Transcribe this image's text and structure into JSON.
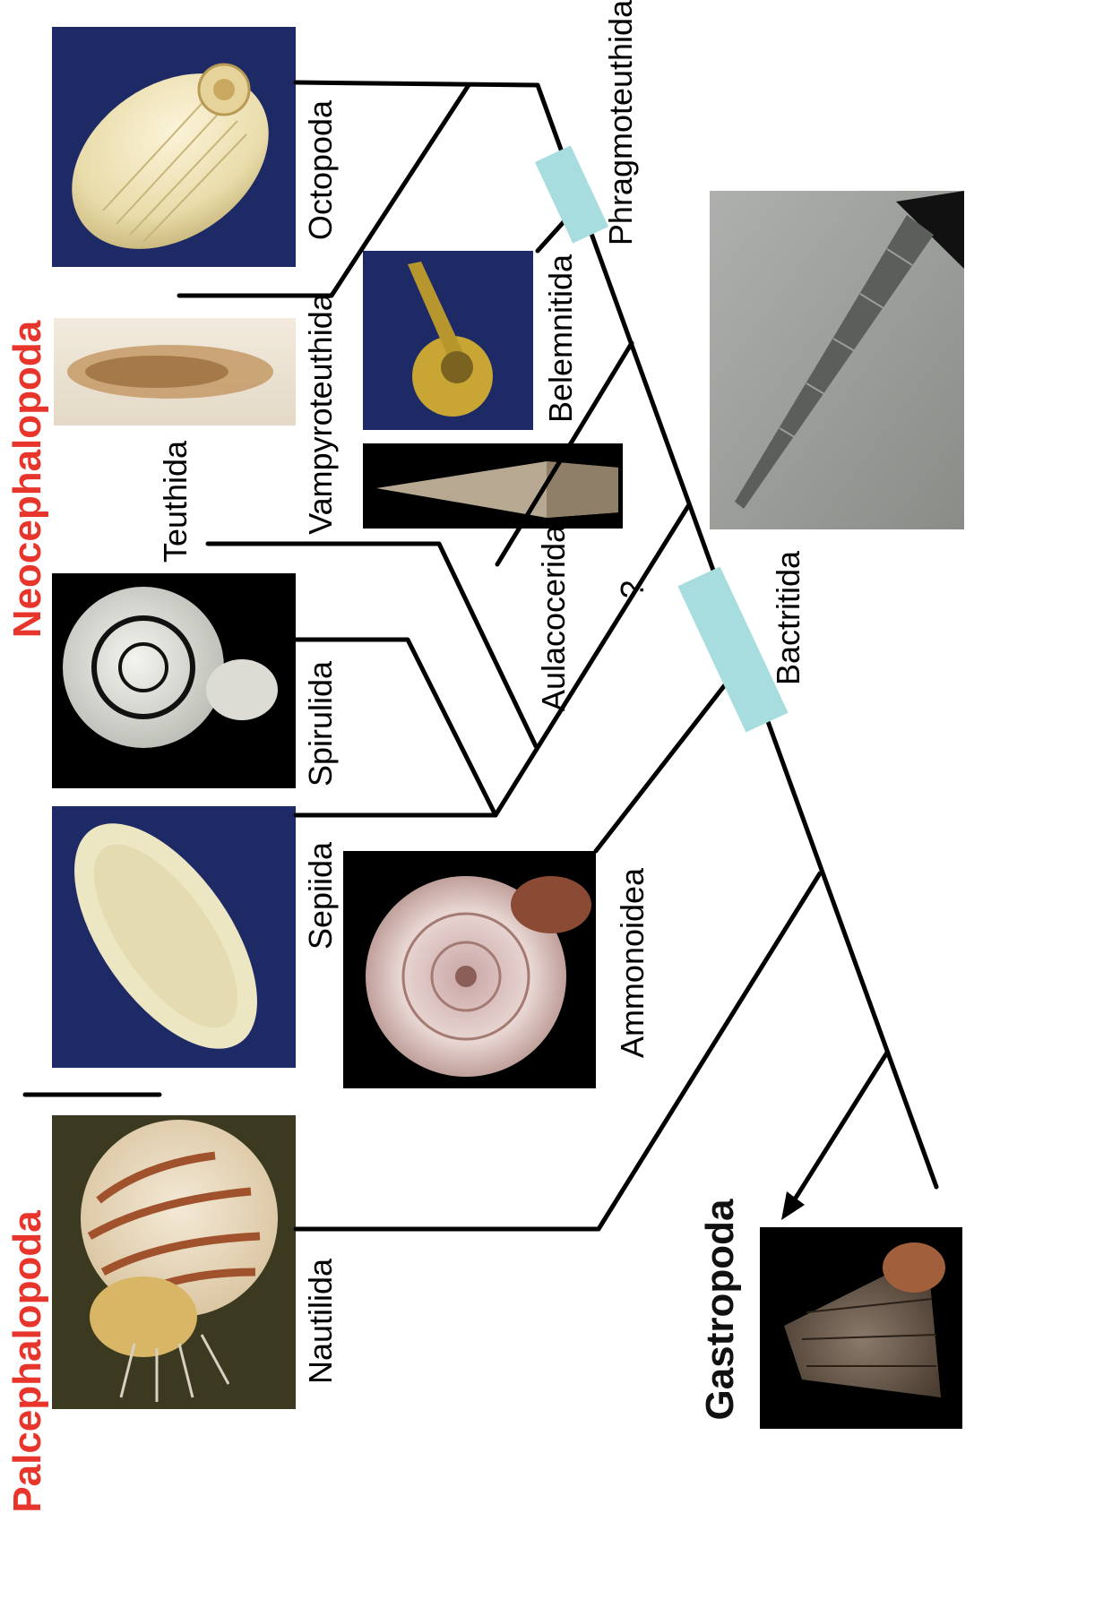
{
  "groups": {
    "neocephalopoda": "Neocephalopoda",
    "palcephalopoda": "Palcephalopoda",
    "gastropoda": "Gastropoda"
  },
  "taxa": {
    "octopoda": "Octopoda",
    "phragmoteuthida": "Phragmoteuthida",
    "vampyroteuthida": "Vampyroteuthida",
    "belemnitida": "Belemnitida",
    "teuthida": "Teuthida",
    "aulacocerida": "Aulacocerida",
    "question_mark": "?",
    "bactritida": "Bactritida",
    "spirulida": "Spirulida",
    "sepiida": "Sepiida",
    "ammonoidea": "Ammonoidea",
    "nautilida": "Nautilida"
  },
  "colors": {
    "group_label": "#e8352b",
    "gastropoda_label": "#111111",
    "branch_bar": "#a8dde0",
    "photo_dark_bg": "#000000",
    "photo_blue_bg": "#1d2a66"
  },
  "photos": [
    "argonaut-shell-photo",
    "vampyroteuthis-fossil-photo",
    "belemnite-fossil-photo",
    "aulacocerid-rostrum-photo",
    "bactritid-fossil-photo",
    "spirula-shell-photo",
    "cuttlebone-photo",
    "ammonite-shell-photo",
    "nautilus-photo",
    "gastropod-shell-photo"
  ]
}
